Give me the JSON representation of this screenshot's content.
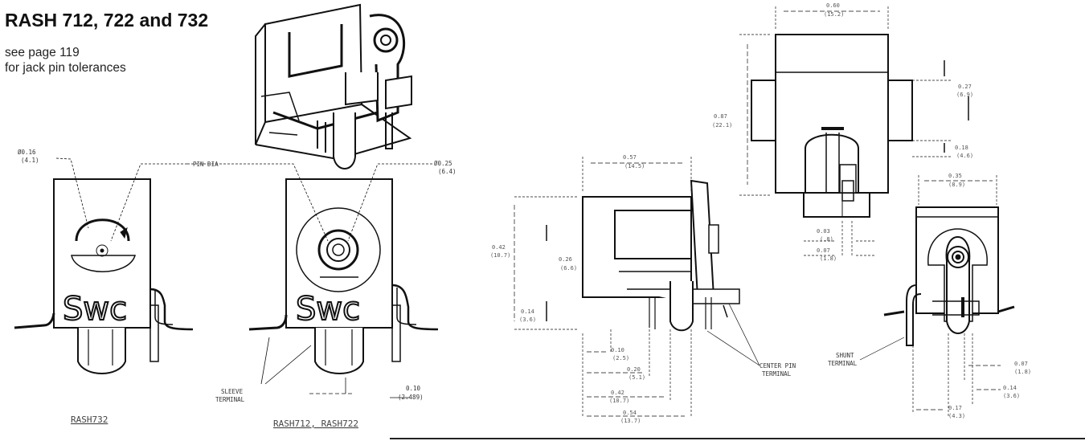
{
  "header": {
    "title": "RASH 712, 722 and 732",
    "note_line1": "see page 119",
    "note_line2": "for jack pin tolerances"
  },
  "front_views": {
    "logo_text": "Swc",
    "left_dim_line1": "Ø0.16",
    "left_dim_line2": "(4.1)",
    "pin_dia_label": "PIN DIA",
    "right_dim_line1": "Ø0.25",
    "right_dim_line2": "(6.4)",
    "sleeve_label_line1": "SLEEVE",
    "sleeve_label_line2": "TERMINAL",
    "bottom_dim_line1": "0.10",
    "bottom_dim_line2": "(2.489)",
    "caption_left": "RASH732",
    "caption_right": "RASH712, RASH722"
  },
  "top_view": {
    "dim_width_line1": "0.60",
    "dim_width_line2": "(15.2)",
    "dim_height_line1": "0.87",
    "dim_height_line2": "(22.1)",
    "dim_right_upper_line1": "0.27",
    "dim_right_upper_line2": "(6.9)",
    "dim_right_lower_line1": "0.18",
    "dim_right_lower_line2": "(4.6)"
  },
  "side_view": {
    "dim_top_line1": "0.57",
    "dim_top_line2": "(14.5)",
    "dim_left_line1": "0.42",
    "dim_left_line2": "(10.7)",
    "dim_mid_line1": "0.26",
    "dim_mid_line2": "(6.6)",
    "dim_low_line1": "0.14",
    "dim_low_line2": "(3.6)",
    "dim_b1_line1": "0.10",
    "dim_b1_line2": "(2.5)",
    "dim_b2_line1": "0.20",
    "dim_b2_line2": "(5.1)",
    "dim_b3_line1": "0.42",
    "dim_b3_line2": "(10.7)",
    "dim_b4_line1": "0.54",
    "dim_b4_line2": "(13.7)",
    "dim_pin1_line1": "0.03",
    "dim_pin1_line2": "(.8)",
    "dim_pin2_line1": "0.07",
    "dim_pin2_line2": "(1.8)",
    "center_label_line1": "CENTER PIN",
    "center_label_line2": "TERMINAL"
  },
  "rear_view": {
    "dim_top_line1": "0.35",
    "dim_top_line2": "(8.9)",
    "shunt_label_line1": "SHUNT",
    "shunt_label_line2": "TERMINAL",
    "dim_r1_line1": "0.07",
    "dim_r1_line2": "(1.8)",
    "dim_r2_line1": "0.14",
    "dim_r2_line2": "(3.6)",
    "dim_r3_line1": "0.17",
    "dim_r3_line2": "(4.3)"
  }
}
